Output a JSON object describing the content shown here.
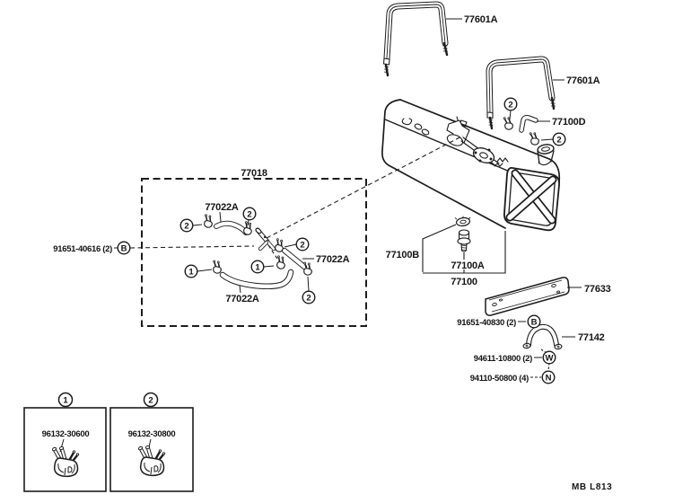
{
  "page": {
    "type": "parts-catalog-figure",
    "subject": "fuel tank and tube",
    "background": "#ffffff",
    "line_color": "#1c1c1c",
    "footer_code": "MB L813"
  },
  "parts": {
    "tank_band_upper": {
      "number": "77601A"
    },
    "tank_band_lower": {
      "number": "77601A"
    },
    "breather_hose": {
      "number": "77100D"
    },
    "hose_kit": {
      "number": "77018"
    },
    "hose_upper": {
      "number": "77022A"
    },
    "hose_middle": {
      "number": "77022A"
    },
    "hose_lower": {
      "number": "77022A"
    },
    "screw_hose_group": {
      "number": "91651-40616 (2)"
    },
    "tank_clip": {
      "number": "77100B"
    },
    "tank_bolt": {
      "number": "77100A"
    },
    "fuel_tank": {
      "number": "77100"
    },
    "tank_protector": {
      "number": "77633"
    },
    "screw_protector": {
      "number": "91651-40830 (2)"
    },
    "tank_bracket": {
      "number": "77142"
    },
    "washer": {
      "number": "94611-10800 (2)"
    },
    "nut": {
      "number": "94110-50800 (4)"
    },
    "clamp_no1": {
      "number": "96132-30600"
    },
    "clamp_no2": {
      "number": "96132-30800"
    }
  },
  "callouts": {
    "c1": "1",
    "c2": "2",
    "cB": "B",
    "cW": "W",
    "cN": "N"
  },
  "icons": {
    "tank-band-icon": "inverted-U strap line art",
    "hose-clamp-icon": "spring hose clamp line art",
    "fuel-tank-icon": "tank with X brace end face",
    "bolt-icon": "flanged hex bolt",
    "clip-icon": "push-on clip nut"
  }
}
